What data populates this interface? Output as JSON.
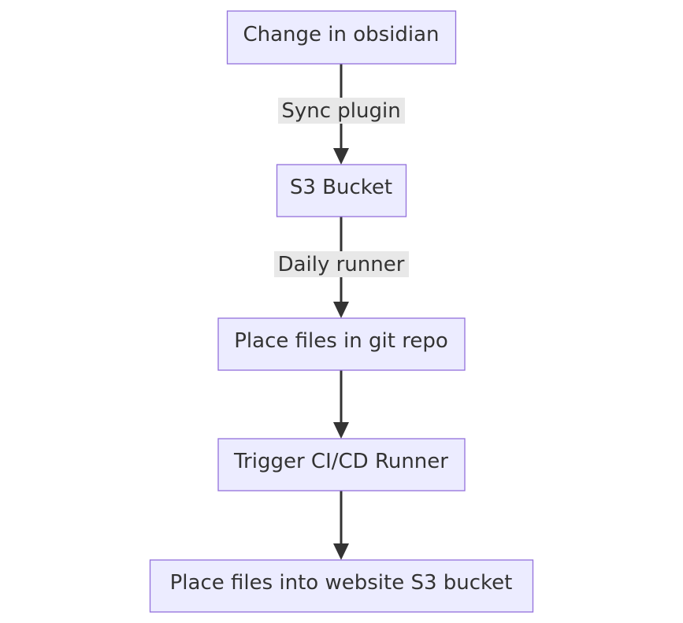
{
  "nodes": [
    {
      "id": "obsidian",
      "label": "Change in obsidian"
    },
    {
      "id": "s3",
      "label": "S3 Bucket"
    },
    {
      "id": "git",
      "label": "Place files in git repo"
    },
    {
      "id": "cicd",
      "label": "Trigger CI/CD Runner"
    },
    {
      "id": "website",
      "label": "Place files into website S3 bucket"
    }
  ],
  "edges": [
    {
      "from": "obsidian",
      "to": "s3",
      "label": "Sync plugin"
    },
    {
      "from": "s3",
      "to": "git",
      "label": "Daily runner"
    },
    {
      "from": "git",
      "to": "cicd",
      "label": ""
    },
    {
      "from": "cicd",
      "to": "website",
      "label": ""
    }
  ],
  "colors": {
    "node_fill": "#ececff",
    "node_stroke": "#9370db",
    "edge": "#333333",
    "text": "#333333",
    "edge_label_bg": "#e8e8e8"
  }
}
